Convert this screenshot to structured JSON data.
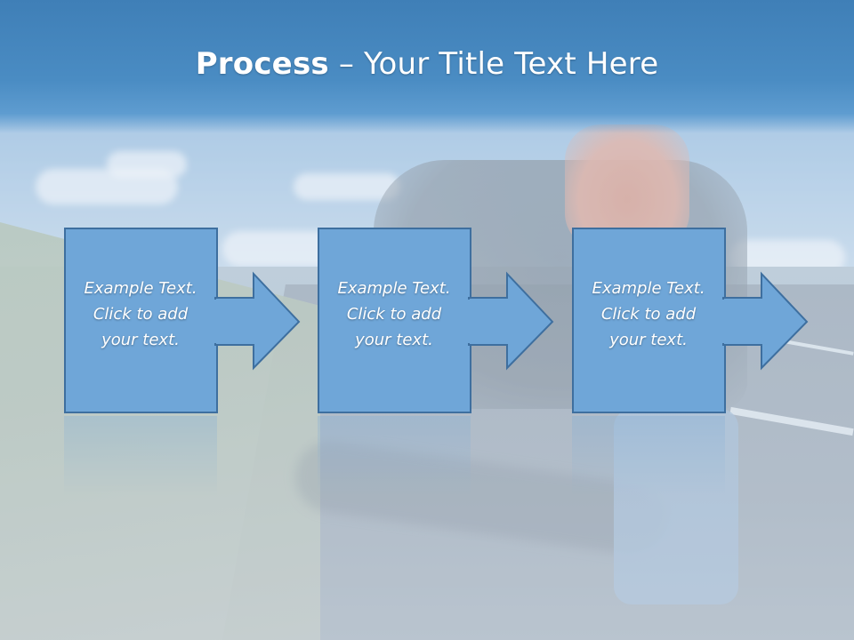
{
  "title": {
    "bold": "Process",
    "rest": " – Your Title Text Here"
  },
  "steps": [
    {
      "line1": "Example Text.",
      "line2": "Click  to add",
      "line3": "your text."
    },
    {
      "line1": "Example Text.",
      "line2": "Click  to add",
      "line3": "your text."
    },
    {
      "line1": "Example Text.",
      "line2": "Click  to add",
      "line3": "your text."
    }
  ],
  "colors": {
    "title_bar": "#4a8cc3",
    "box_fill": "#6fa6d8",
    "box_stroke": "#3e6f9f",
    "text": "#ffffff"
  },
  "icons": [
    "arrow-right-icon"
  ]
}
